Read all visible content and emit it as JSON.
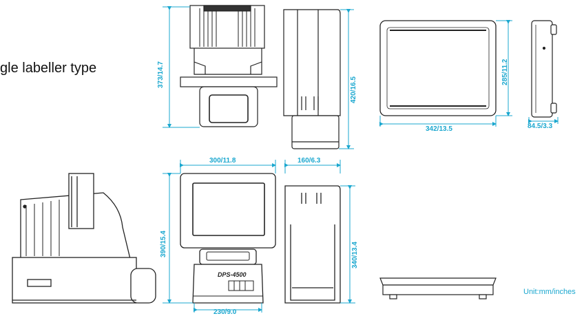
{
  "page": {
    "heading": "gle labeller type",
    "unit_note": "Unit:mm/inches"
  },
  "dimensions": {
    "top_height": "373/14.7",
    "side_height": "420/16.5",
    "platter_width": "342/13.5",
    "platter_depth": "285/11.2",
    "platter_thickness": "84.5/3.3",
    "front_width": "300/11.8",
    "side_width": "160/6.3",
    "front_height": "390/15.4",
    "side_front_height": "340/13.4",
    "base_width": "230/9.0"
  },
  "device": {
    "model_label": "DPS-4500"
  },
  "colors": {
    "accent": "#1aa7cf",
    "line": "#222222"
  }
}
